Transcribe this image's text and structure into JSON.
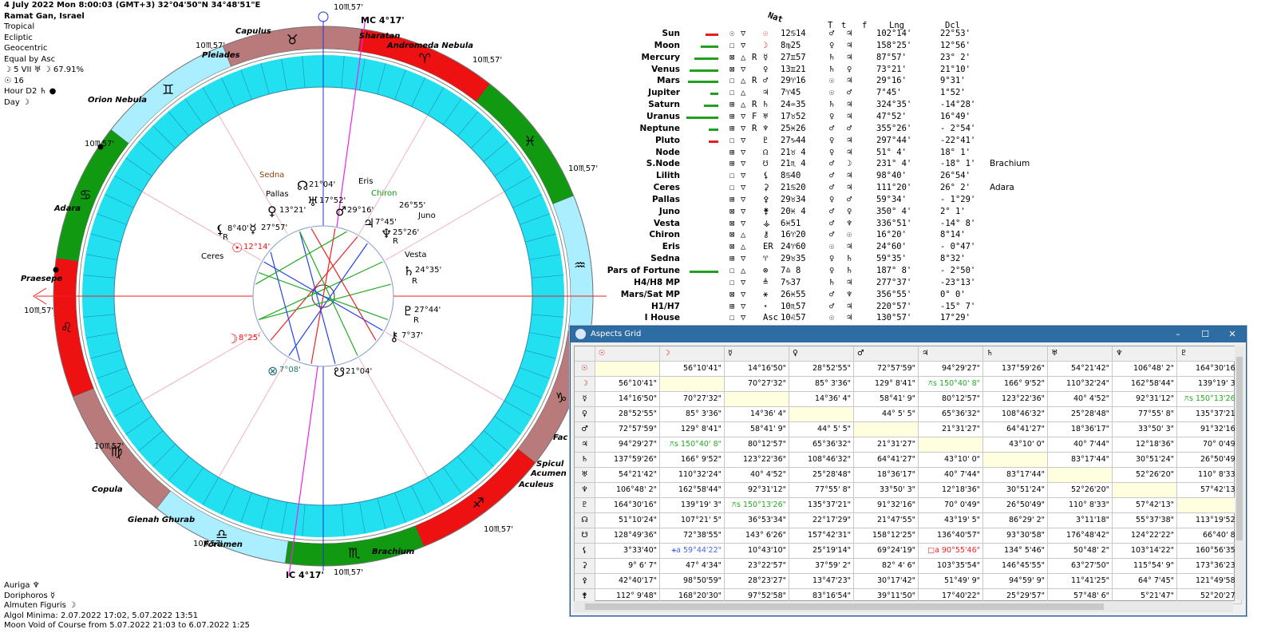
{
  "info": {
    "line1": "4 July 2022  Mon   8:00:03 (GMT+3) 32°04'50\"N  34°48'51\"E",
    "line2": "Ramat Gan, Israel",
    "line3": "Tropical",
    "line4": "Ecliptic",
    "line5": "Geocentric",
    "line6": "Equal by Asc",
    "line7": "☽  5 VII  ♅ ☽ 67.91%",
    "line8": "☉  16",
    "line9": "Hour D2 ♄ ●",
    "line10": "Day ☽"
  },
  "bottom_info": {
    "l1": "Auriga  ♆",
    "l2": "Doriphoros  ☿",
    "l3": "Almuten Figuris  ☽",
    "l4": "Algol Minima: 2.07.2022 17:02,  5.07.2022 13:51",
    "l5": "Moon Void of Course from 5.07.2022 21:03 to 6.07.2022  1:25"
  },
  "chart": {
    "cusp_label": "10♏57'",
    "mc_label": "MC 4°17'",
    "ic_label": "IC  4°17'",
    "zodiac_symbols": [
      "♉",
      "♈",
      "♓",
      "♒",
      "♑",
      "♐",
      "♏",
      "♎",
      "♍",
      "♌",
      "♋",
      "♊"
    ],
    "zodiac_colors": [
      "#b87a7a",
      "#ee1111",
      "#119911",
      "#aaeeff",
      "#b87a7a",
      "#ee1111",
      "#119911",
      "#aaeeff",
      "#b87a7a",
      "#ee1111",
      "#119911",
      "#aaeeff"
    ],
    "stars": [
      {
        "name": "Capulus",
        "id": "star-capulus"
      },
      {
        "name": "Pleiades",
        "id": "star-pleiades"
      },
      {
        "name": "Sharatan",
        "id": "star-sharatan"
      },
      {
        "name": "Andromeda Nebula",
        "id": "star-andromeda"
      },
      {
        "name": "Orion Nebula",
        "id": "star-orion"
      },
      {
        "name": "Adara",
        "id": "star-adara"
      },
      {
        "name": "Praesepe",
        "id": "star-praesepe"
      },
      {
        "name": "Copula",
        "id": "star-copula"
      },
      {
        "name": "Gienah Ghurab",
        "id": "star-gienah"
      },
      {
        "name": "Foramen",
        "id": "star-foramen"
      },
      {
        "name": "Brachium",
        "id": "star-brachium"
      },
      {
        "name": "Spicul",
        "id": "star-spicul"
      },
      {
        "name": "Acumen",
        "id": "star-acumen"
      },
      {
        "name": "Aculeus",
        "id": "star-aculeus"
      },
      {
        "name": "Fac",
        "id": "star-fac"
      }
    ],
    "planets": [
      {
        "sym": "☿",
        "deg": "27°57'",
        "color": "#000"
      },
      {
        "sym": "♀",
        "deg": "13°21'",
        "color": "#000"
      },
      {
        "sym": "☊",
        "deg": "21°04'",
        "color": "#000"
      },
      {
        "sym": "♅",
        "deg": "17°52'",
        "color": "#000"
      },
      {
        "sym": "♂",
        "deg": "29°16'",
        "color": "#000"
      },
      {
        "sym": "♃",
        "deg": "7°45'",
        "color": "#000"
      },
      {
        "sym": "♆",
        "deg": "25°26'",
        "color": "#000"
      },
      {
        "sym": "♄",
        "deg": "24°35'",
        "color": "#000"
      },
      {
        "sym": "♇",
        "deg": "27°44'",
        "color": "#000"
      },
      {
        "sym": "☉",
        "deg": "12°14'",
        "color": "#ee1111"
      },
      {
        "sym": "☽",
        "deg": "8°25'",
        "color": "#ee1111"
      },
      {
        "sym": "⚷",
        "deg": "7°37'",
        "color": "#000"
      },
      {
        "sym": "⊗",
        "deg": "7°08'",
        "color": "#227777"
      },
      {
        "sym": "☋",
        "deg": "21°04'",
        "color": "#000"
      },
      {
        "sym": "⚸",
        "deg": "8°40'",
        "color": "#000"
      }
    ],
    "minor_labels": {
      "sedna": "Sedna",
      "pallas": "Pallas",
      "eris": "Eris",
      "chiron": "Chiron",
      "juno": "Juno",
      "juno_deg": "26°55'",
      "vesta": "Vesta",
      "ceres": "Ceres",
      "retro": "R"
    }
  },
  "planet_table": {
    "headers": {
      "nat": "Nat",
      "T": "T",
      "t": "t",
      "f": "f",
      "lng": "Lng",
      "dcl": "Dcl"
    },
    "rows": [
      {
        "name": "Sun",
        "bar": "#e02020",
        "barw": 16,
        "sym": "☉",
        "asp": "▽",
        "r": "",
        "psym": "☉",
        "pos": "12♋14",
        "c1": "♂",
        "c2": "♃",
        "lng": "102°14'",
        "dcl": "22°53'",
        "extra": ""
      },
      {
        "name": "Moon",
        "bar": "#20a020",
        "barw": 22,
        "sym": "☐",
        "asp": "▽",
        "r": "",
        "psym": "☽",
        "pos": " 8♍25",
        "c1": "♀",
        "c2": "♃",
        "lng": "158°25'",
        "dcl": "12°56'",
        "extra": ""
      },
      {
        "name": "Mercury",
        "bar": "#20a020",
        "barw": 30,
        "sym": "⊠",
        "asp": "△",
        "r": "R",
        "psym": "☿",
        "pos": "27♊57",
        "c1": "♄",
        "c2": "♃",
        "lng": " 87°57'",
        "dcl": "23° 2'",
        "extra": ""
      },
      {
        "name": "Venus",
        "bar": "#20a020",
        "barw": 36,
        "sym": "⊠",
        "asp": "▽",
        "r": "",
        "psym": "♀",
        "pos": "13♊21",
        "c1": "♄",
        "c2": "♀",
        "lng": " 73°21'",
        "dcl": "21°10'",
        "extra": ""
      },
      {
        "name": "Mars",
        "bar": "#20a020",
        "barw": 38,
        "sym": "☐",
        "asp": "△",
        "r": "R",
        "psym": "♂",
        "pos": "29♈16",
        "c1": "☉",
        "c2": "♃",
        "lng": " 29°16'",
        "dcl": " 9°31'",
        "extra": ""
      },
      {
        "name": "Jupiter",
        "bar": "#20a020",
        "barw": 10,
        "sym": "☐",
        "asp": "△",
        "r": "",
        "psym": "♃",
        "pos": " 7♈45",
        "c1": "☉",
        "c2": "♂",
        "lng": "  7°45'",
        "dcl": " 1°52'",
        "extra": ""
      },
      {
        "name": "Saturn",
        "bar": "#20a020",
        "barw": 18,
        "sym": "⊞",
        "asp": "△",
        "r": "R",
        "psym": "♄",
        "pos": "24♒35",
        "c1": "♄",
        "c2": "♃",
        "lng": "324°35'",
        "dcl": "-14°28'",
        "extra": ""
      },
      {
        "name": "Uranus",
        "bar": "#20a020",
        "barw": 40,
        "sym": "⊞",
        "asp": "▽",
        "r": "F",
        "psym": "♅",
        "pos": "17♉52",
        "c1": "♀",
        "c2": "♃",
        "lng": " 47°52'",
        "dcl": "16°49'",
        "extra": ""
      },
      {
        "name": "Neptune",
        "bar": "#20a020",
        "barw": 12,
        "sym": "⊞",
        "asp": "▽",
        "r": "R",
        "psym": "♆",
        "pos": "25♓26",
        "c1": "♂",
        "c2": "♂",
        "lng": "355°26'",
        "dcl": "- 2°54'",
        "extra": ""
      },
      {
        "name": "Pluto",
        "bar": "#e02020",
        "barw": 12,
        "sym": "☐",
        "asp": "▽",
        "r": "",
        "psym": "♇",
        "pos": "27♑44",
        "c1": "♀",
        "c2": "♃",
        "lng": "297°44'",
        "dcl": "-22°41'",
        "extra": ""
      },
      {
        "name": "Node",
        "bar": "",
        "barw": 0,
        "sym": "⊞",
        "asp": "▽",
        "r": "",
        "psym": "☊",
        "pos": "21♉ 4",
        "c1": "♀",
        "c2": "♃",
        "lng": " 51° 4'",
        "dcl": " 18° 1'",
        "extra": ""
      },
      {
        "name": "S.Node",
        "bar": "",
        "barw": 0,
        "sym": "⊞",
        "asp": "▽",
        "r": "",
        "psym": "☋",
        "pos": "21♏ 4",
        "c1": "♂",
        "c2": "☽",
        "lng": "231° 4'",
        "dcl": "-18° 1'",
        "extra": "Brachium"
      },
      {
        "name": "Lilith",
        "bar": "",
        "barw": 0,
        "sym": "☐",
        "asp": "▽",
        "r": "",
        "psym": "⚸",
        "pos": " 8♋40",
        "c1": "♂",
        "c2": "♃",
        "lng": " 98°40'",
        "dcl": " 26°54'",
        "extra": ""
      },
      {
        "name": "Ceres",
        "bar": "",
        "barw": 0,
        "sym": "☐",
        "asp": "▽",
        "r": "",
        "psym": "⚳",
        "pos": "21♋20",
        "c1": "♂",
        "c2": "♃",
        "lng": "111°20'",
        "dcl": " 26° 2'",
        "extra": "Adara"
      },
      {
        "name": "Pallas",
        "bar": "",
        "barw": 0,
        "sym": "⊞",
        "asp": "▽",
        "r": "",
        "psym": "⚴",
        "pos": "29♉34",
        "c1": "♀",
        "c2": "♂",
        "lng": " 59°34'",
        "dcl": "- 1°29'",
        "extra": ""
      },
      {
        "name": "Juno",
        "bar": "",
        "barw": 0,
        "sym": "⊠",
        "asp": "▽",
        "r": "",
        "psym": "⚵",
        "pos": "20♓ 4",
        "c1": "♂",
        "c2": "♀",
        "lng": "350° 4'",
        "dcl": "  2° 1'",
        "extra": ""
      },
      {
        "name": "Vesta",
        "bar": "",
        "barw": 0,
        "sym": "⊠",
        "asp": "▽",
        "r": "",
        "psym": "⚶",
        "pos": " 6♓51",
        "c1": "♂",
        "c2": "♆",
        "lng": "336°51'",
        "dcl": "-14° 8'",
        "extra": ""
      },
      {
        "name": "Chiron",
        "bar": "",
        "barw": 0,
        "sym": "⊠",
        "asp": "△",
        "r": "",
        "psym": "⚷",
        "pos": "16♈20",
        "c1": "♂",
        "c2": "☉",
        "lng": " 16°20'",
        "dcl": "  8°14'",
        "extra": ""
      },
      {
        "name": "Eris",
        "bar": "",
        "barw": 0,
        "sym": "⊠",
        "asp": "△",
        "r": "",
        "psym": "ER",
        "pos": "24♈60",
        "c1": "☉",
        "c2": "♃",
        "lng": " 24°60'",
        "dcl": "- 0°47'",
        "extra": ""
      },
      {
        "name": "Sedna",
        "bar": "",
        "barw": 0,
        "sym": "⊞",
        "asp": "▽",
        "r": "",
        "psym": "♈",
        "pos": "29♉35",
        "c1": "♀",
        "c2": "♄",
        "lng": " 59°35'",
        "dcl": "  8°32'",
        "extra": ""
      },
      {
        "name": "Pars of Fortune",
        "bar": "#20a020",
        "barw": 36,
        "sym": "☐",
        "asp": "△",
        "r": "",
        "psym": "⊗",
        "pos": " 7♎ 8",
        "c1": "♀",
        "c2": "♄",
        "lng": "187° 8'",
        "dcl": "- 2°50'",
        "extra": ""
      },
      {
        "name": "H4/H8 MP",
        "bar": "",
        "barw": 0,
        "sym": "☐",
        "asp": "▽",
        "r": "",
        "psym": "≜",
        "pos": " 7♑37",
        "c1": "♄",
        "c2": "♃",
        "lng": "277°37'",
        "dcl": "-23°13'",
        "extra": ""
      },
      {
        "name": "Mars/Sat MP",
        "bar": "",
        "barw": 0,
        "sym": "⊠",
        "asp": "▽",
        "r": "",
        "psym": "⚹",
        "pos": "26♓55",
        "c1": "♂",
        "c2": "♆",
        "lng": "356°55'",
        "dcl": "  0° 0'",
        "extra": ""
      },
      {
        "name": "H1/H7",
        "bar": "",
        "barw": 0,
        "sym": "⊞",
        "asp": "▽",
        "r": "",
        "psym": "⋆",
        "pos": "10♏57",
        "c1": "♂",
        "c2": "♃",
        "lng": "220°57'",
        "dcl": "-15° 7'",
        "extra": ""
      },
      {
        "name": "I House",
        "bar": "",
        "barw": 0,
        "sym": "☐",
        "asp": "▽",
        "r": "",
        "psym": "Asc",
        "pos": "10♌57",
        "c1": "☉",
        "c2": "♃",
        "lng": "130°57'",
        "dcl": " 17°29'",
        "extra": ""
      }
    ]
  },
  "aspects_grid": {
    "title": "Aspects Grid",
    "minimize": "–",
    "maximize": "☐",
    "close": "✕",
    "col_symbols": [
      "☉",
      "☽",
      "☿",
      "♀",
      "♂",
      "♃",
      "♄",
      "♅",
      "♆",
      "♇"
    ],
    "col_colors": [
      "#e02020",
      "#e02020",
      "#000",
      "#000",
      "#000",
      "#000",
      "#000",
      "#000",
      "#000",
      "#000"
    ],
    "row_symbols": [
      "☉",
      "☽",
      "☿",
      "♀",
      "♂",
      "♃",
      "♄",
      "♅",
      "♆",
      "♇",
      "☊",
      "☋",
      "⚸",
      "⚳",
      "⚴",
      "⚵"
    ],
    "rows": [
      [
        "",
        "56°10'41\"",
        "14°16'50\"",
        "28°52'55\"",
        "72°57'59\"",
        "94°29'27\"",
        "137°59'26\"",
        "54°21'42\"",
        "106°48' 2\"",
        "164°30'16\""
      ],
      [
        "56°10'41\"",
        "",
        "70°27'32\"",
        "85° 3'36\"",
        "129° 8'41\"",
        "⚻s 150°40' 8\"",
        "166° 9'52\"",
        "110°32'24\"",
        "162°58'44\"",
        "139°19' 3\""
      ],
      [
        "14°16'50\"",
        "70°27'32\"",
        "",
        "14°36' 4\"",
        "58°41' 9\"",
        "80°12'57\"",
        "123°22'36\"",
        "40° 4'52\"",
        "92°31'12\"",
        "⚻s 150°13'26\""
      ],
      [
        "28°52'55\"",
        "85° 3'36\"",
        "14°36' 4\"",
        "",
        "44° 5' 5\"",
        "65°36'32\"",
        "108°46'32\"",
        "25°28'48\"",
        "77°55' 8\"",
        "135°37'21\""
      ],
      [
        "72°57'59\"",
        "129° 8'41\"",
        "58°41' 9\"",
        "44° 5' 5\"",
        "",
        "21°31'27\"",
        "64°41'27\"",
        "18°36'17\"",
        "33°50' 3\"",
        "91°32'16\""
      ],
      [
        "94°29'27\"",
        "⚻s 150°40' 8\"",
        "80°12'57\"",
        "65°36'32\"",
        "21°31'27\"",
        "",
        "43°10' 0\"",
        "40° 7'44\"",
        "12°18'36\"",
        "70° 0'49\""
      ],
      [
        "137°59'26\"",
        "166° 9'52\"",
        "123°22'36\"",
        "108°46'32\"",
        "64°41'27\"",
        "43°10' 0\"",
        "",
        "83°17'44\"",
        "30°51'24\"",
        "26°50'49\""
      ],
      [
        "54°21'42\"",
        "110°32'24\"",
        "40° 4'52\"",
        "25°28'48\"",
        "18°36'17\"",
        "40° 7'44\"",
        "83°17'44\"",
        "",
        "52°26'20\"",
        "110° 8'33\""
      ],
      [
        "106°48' 2\"",
        "162°58'44\"",
        "92°31'12\"",
        "77°55' 8\"",
        "33°50' 3\"",
        "12°18'36\"",
        "30°51'24\"",
        "52°26'20\"",
        "",
        "57°42'13\""
      ],
      [
        "164°30'16\"",
        "139°19' 3\"",
        "⚻s 150°13'26\"",
        "135°37'21\"",
        "91°32'16\"",
        "70° 0'49\"",
        "26°50'49\"",
        "110° 8'33\"",
        "57°42'13\"",
        ""
      ],
      [
        "51°10'24\"",
        "107°21' 5\"",
        "36°53'34\"",
        "22°17'29\"",
        "21°47'55\"",
        "43°19' 5\"",
        "86°29' 2\"",
        "3°11'18\"",
        "55°37'38\"",
        "113°19'52\""
      ],
      [
        "128°49'36\"",
        "72°38'55\"",
        "143° 6'26\"",
        "157°42'31\"",
        "158°12'25\"",
        "136°40'57\"",
        "93°30'58\"",
        "176°48'42\"",
        "124°22'22\"",
        "66°40' 8\""
      ],
      [
        "3°33'40\"",
        "⚹a 59°44'22\"",
        "10°43'10\"",
        "25°19'14\"",
        "69°24'19\"",
        "□a 90°55'46\"",
        "134° 5'46\"",
        "50°48' 2\"",
        "103°14'22\"",
        "160°56'35\""
      ],
      [
        "9° 6' 7\"",
        "47° 4'34\"",
        "23°22'57\"",
        "37°59' 2\"",
        "82° 4' 6\"",
        "103°35'54\"",
        "146°45'55\"",
        "63°27'50\"",
        "115°54' 9\"",
        "173°36'23\""
      ],
      [
        "42°40'17\"",
        "98°50'59\"",
        "28°23'27\"",
        "13°47'23\"",
        "30°17'42\"",
        "51°49' 9\"",
        "94°59' 9\"",
        "11°41'25\"",
        "64° 7'45\"",
        "121°49'58\""
      ],
      [
        "112° 9'48\"",
        "168°20'30\"",
        "97°52'58\"",
        "83°16'54\"",
        "39°11'50\"",
        "17°40'22\"",
        "25°29'57\"",
        "57°48' 6\"",
        "5°21'47\"",
        "52°20'27\""
      ]
    ],
    "highlight_green": [
      "⚻s 150°40' 8\"",
      "⚻s 150°13'26\""
    ],
    "highlight_blue": [
      "⚹a 59°44'22\""
    ],
    "highlight_red": [
      "□a 90°55'46\""
    ]
  }
}
